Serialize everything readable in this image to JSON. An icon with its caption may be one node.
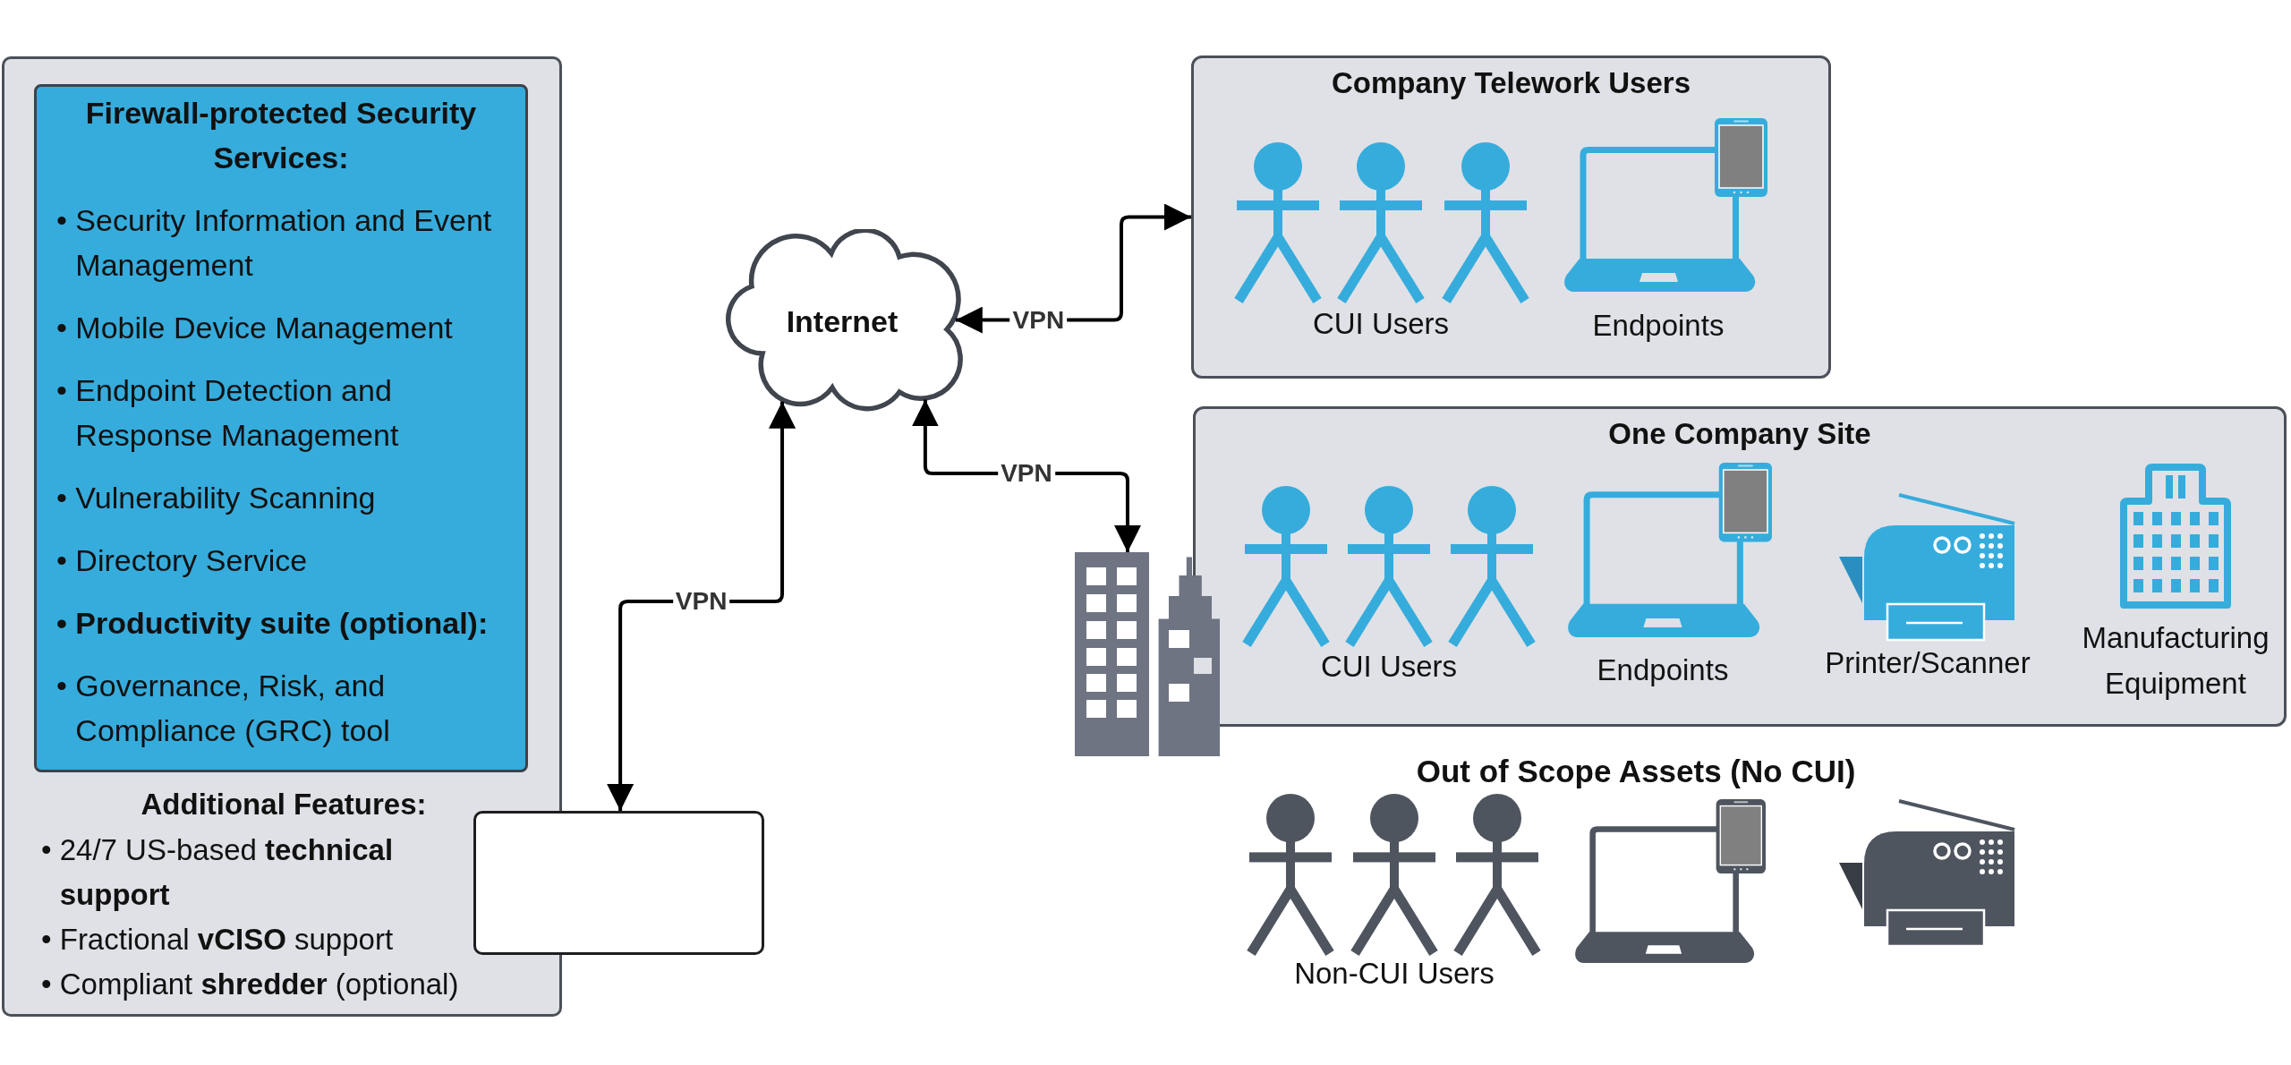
{
  "diagram": {
    "nodes": [
      {
        "text": [
          "Additional Features:",
          "• 24/7 US-based **technical support**",
          "• Fractional **vCISO** support",
          "• Compliant **shredder** (optional)"
        ]
      },
      {
        "text": [
          "Firewall-protected Security Services:",
          "• Security Information and Event Management",
          "• Mobile Device Management",
          "• Endpoint Detection and Response Management",
          "• Vulnerability Scanning",
          "• Directory Service",
          "• Productivity suite (optional):",
          "• Governance, Risk, and Compliance (GRC) tool"
        ],
        "in": 0
      },
      {
        "text": [
          "Internet"
        ]
      },
      {
        "text": [
          "Company Telework Users",
          "CUI Users",
          "Endpoints"
        ]
      },
      {
        "text": [
          "One Company Site",
          "CUI Users",
          "Endpoints",
          "Printer/Scanner",
          "Manufacturing Equipment"
        ]
      },
      {
        "text": [],
        "shape": "picture"
      },
      {
        "text": [],
        "shape": "box"
      }
    ],
    "edges": [
      {
        "from": 2,
        "to": 3,
        "arrow": "both",
        "label": "VPN"
      },
      {
        "from": 2,
        "to": 5,
        "arrow": "both",
        "label": "VPN"
      },
      {
        "from": 2,
        "to": 6,
        "arrow": "both",
        "label": "VPN"
      }
    ],
    "labels": [
      "Out of Scope Assets (No CUI)",
      "Non-CUI Users"
    ]
  }
}
